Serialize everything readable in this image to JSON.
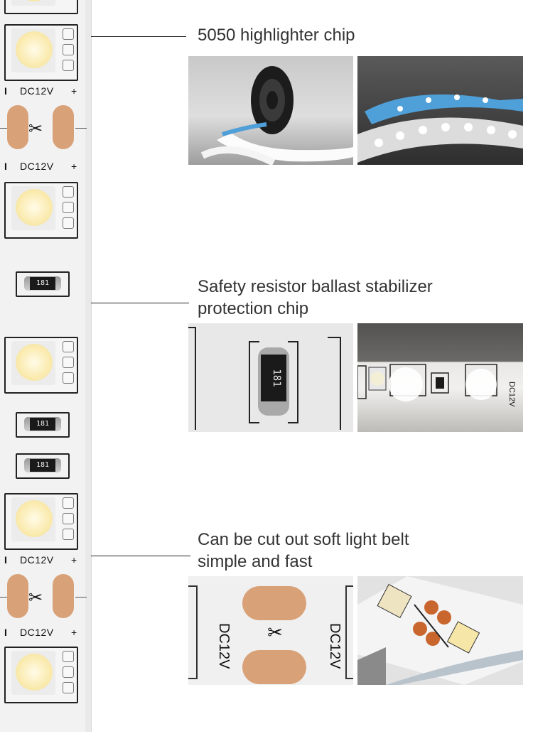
{
  "strip": {
    "voltage_label": "DC12V",
    "minus_sign": "I",
    "plus_sign": "+",
    "resistor_code": "181",
    "cut_symbol": "✂"
  },
  "features": [
    {
      "lines": [
        "5050 highlighter chip"
      ]
    },
    {
      "lines": [
        "Safety resistor ballast stabilizer",
        "protection chip"
      ]
    },
    {
      "lines": [
        "Can be cut out soft light belt",
        "simple and fast"
      ]
    }
  ],
  "photos": {
    "p3_resistor_code": "181",
    "p4_voltage_label": "DC12V",
    "p5_voltage_label": "DC12V"
  },
  "colors": {
    "copper_pad": "#d9a178",
    "led_warm": "#fbecb3",
    "strip_blue": "#4f9fd8"
  }
}
